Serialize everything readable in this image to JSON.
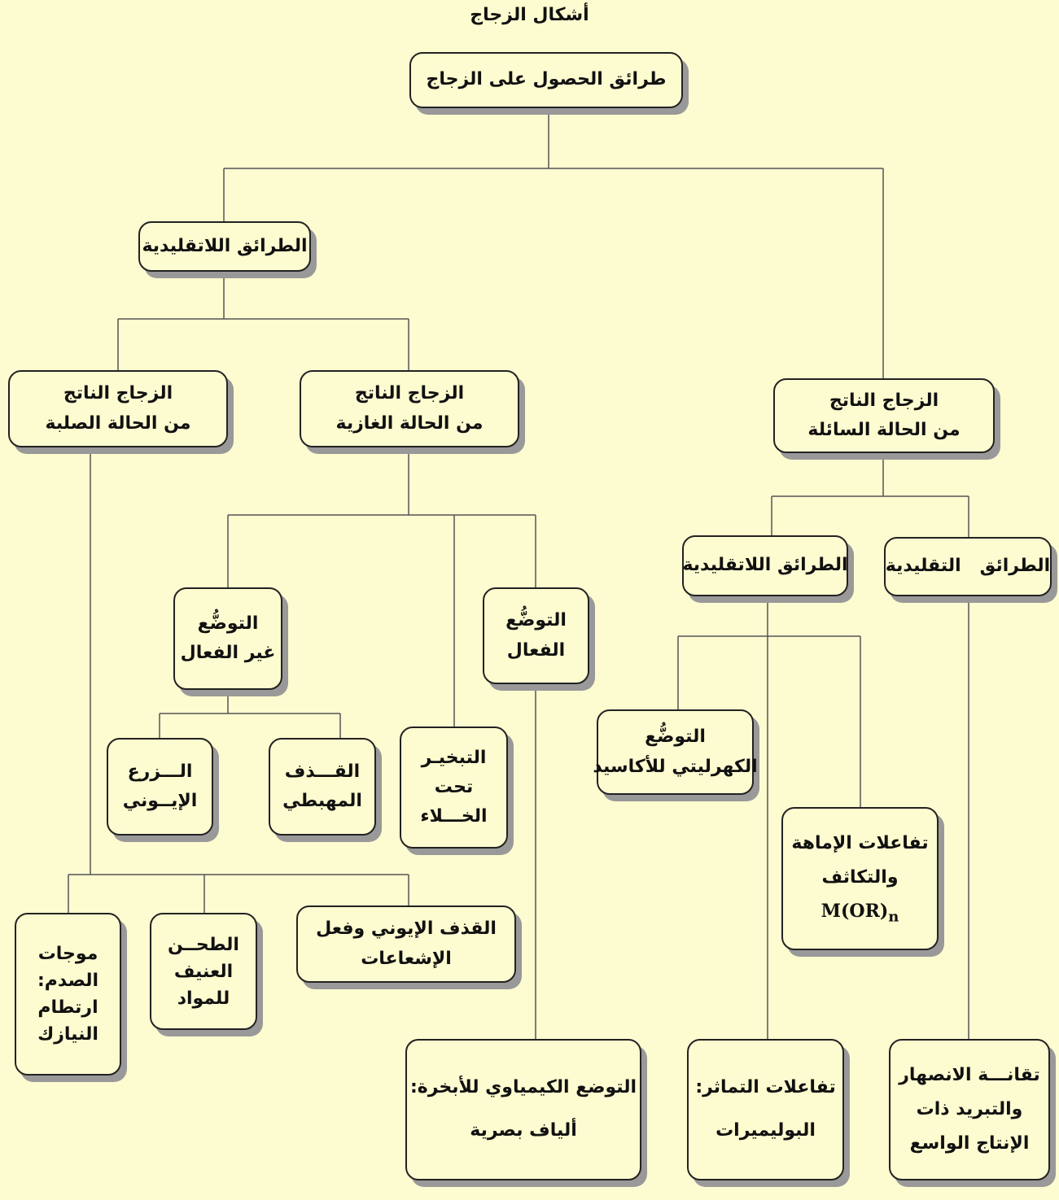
{
  "title": "أشكال الزجاج",
  "nodes": {
    "root": "طرائق الحصول على الزجاج",
    "nontraditional_main": "الطرائق اللاتقليدية",
    "solid_line1": "الزجاج الناتج",
    "solid_line2": "من الحالة الصلبة",
    "gas_line1": "الزجاج الناتج",
    "gas_line2": "من الحالة الغازية",
    "liquid_line1": "الزجاج الناتج",
    "liquid_line2": "من الحالة السائلة",
    "liquid_nontraditional": "الطرائق اللاتقليدية",
    "liquid_traditional": "الطرائق   التقليدية",
    "inactive_dep_line1": "التوضُّع",
    "inactive_dep_line2": "غير الفعال",
    "active_dep_line1": "التوضُّع",
    "active_dep_line2": "الفعال",
    "implant_line1": "الـــزرع",
    "implant_line2": "الإيــوني",
    "sputter_line1": "القـــذف",
    "sputter_line2": "المهبطي",
    "vacuum_line1": "التبخيـر",
    "vacuum_line2": "تحت",
    "vacuum_line3": "الخـــلاء",
    "electro_line1": "التوضُّع",
    "electro_line2": "الكهرليتي للأكاسيد",
    "hydrolysis_line1": "تفاعلات الإماهة",
    "hydrolysis_line2": "والتكاثف",
    "hydrolysis_formula": "M(OR)",
    "hydrolysis_formula_sub": "n",
    "shock_line1": "موجات",
    "shock_line2": "الصدم:",
    "shock_line3": "ارتطام",
    "shock_line4": "النيازك",
    "grinding_line1": "الطحــن",
    "grinding_line2": "العنيف",
    "grinding_line3": "للمواد",
    "ion_bombard_line1": "القذف الإيوني وفعل",
    "ion_bombard_line2": "الإشعاعات",
    "cvd_line1": "التوضع الكيمياوي للأبخرة:",
    "cvd_line2": "ألياف بصرية",
    "polymer_line1": "تفاعلات التماثر:",
    "polymer_line2": "البوليميرات",
    "melt_line1": "تقانـــة الانصهار",
    "melt_line2": "والتبريد ذات",
    "melt_line3": "الإنتاج الواسع"
  },
  "colors": {
    "background": "#fdfbd0",
    "border": "#222222",
    "shadow": "#999999",
    "connector": "#555555"
  }
}
